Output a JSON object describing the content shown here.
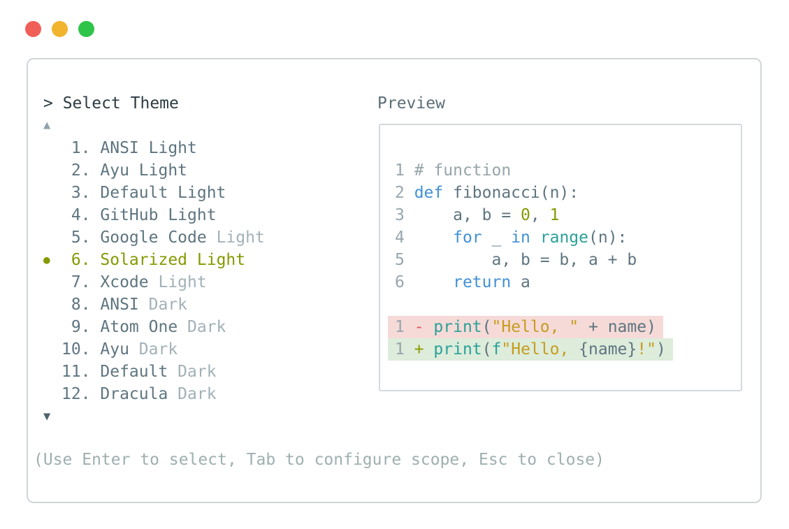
{
  "window": {
    "controls": [
      {
        "name": "close",
        "color": "#ef5f58"
      },
      {
        "name": "minimize",
        "color": "#f2b32d"
      },
      {
        "name": "maximize",
        "color": "#2ec449"
      }
    ]
  },
  "dialog": {
    "prompt": "> Select Theme",
    "scroll_up_icon": "▲",
    "scroll_down_icon": "▼",
    "selected_bullet_icon": "●",
    "footer_hint": "(Use Enter to select, Tab to configure scope, Esc to close)",
    "theme_list": {
      "items": [
        {
          "num": " 1.",
          "name": "ANSI",
          "suffix": "Light",
          "muted_suffix": false,
          "selected": false
        },
        {
          "num": " 2.",
          "name": "Ayu",
          "suffix": "Light",
          "muted_suffix": false,
          "selected": false
        },
        {
          "num": " 3.",
          "name": "Default",
          "suffix": "Light",
          "muted_suffix": false,
          "selected": false
        },
        {
          "num": " 4.",
          "name": "GitHub",
          "suffix": "Light",
          "muted_suffix": false,
          "selected": false
        },
        {
          "num": " 5.",
          "name": "Google Code",
          "suffix": "Light",
          "muted_suffix": true,
          "selected": false
        },
        {
          "num": " 6.",
          "name": "Solarized",
          "suffix": "Light",
          "muted_suffix": false,
          "selected": true
        },
        {
          "num": " 7.",
          "name": "Xcode",
          "suffix": "Light",
          "muted_suffix": true,
          "selected": false
        },
        {
          "num": " 8.",
          "name": "ANSI",
          "suffix": "Dark",
          "muted_suffix": true,
          "selected": false
        },
        {
          "num": " 9.",
          "name": "Atom One",
          "suffix": "Dark",
          "muted_suffix": true,
          "selected": false
        },
        {
          "num": "10.",
          "name": "Ayu",
          "suffix": "Dark",
          "muted_suffix": true,
          "selected": false
        },
        {
          "num": "11.",
          "name": "Default",
          "suffix": "Dark",
          "muted_suffix": true,
          "selected": false
        },
        {
          "num": "12.",
          "name": "Dracula",
          "suffix": "Dark",
          "muted_suffix": true,
          "selected": false
        }
      ]
    },
    "preview": {
      "label": "Preview",
      "code_lines": [
        {
          "tokens": [
            [
              "ln",
              "1 "
            ],
            [
              "comment",
              "# function"
            ]
          ]
        },
        {
          "tokens": [
            [
              "ln",
              "2 "
            ],
            [
              "kw",
              "def"
            ],
            [
              "plain",
              " fibonacci(n):"
            ]
          ]
        },
        {
          "tokens": [
            [
              "ln",
              "3 "
            ],
            [
              "plain",
              "    a, b = "
            ],
            [
              "num",
              "0"
            ],
            [
              "plain",
              ", "
            ],
            [
              "num",
              "1"
            ]
          ]
        },
        {
          "tokens": [
            [
              "ln",
              "4 "
            ],
            [
              "plain",
              "    "
            ],
            [
              "kw",
              "for"
            ],
            [
              "plain",
              " _ "
            ],
            [
              "kw",
              "in"
            ],
            [
              "plain",
              " "
            ],
            [
              "fn",
              "range"
            ],
            [
              "plain",
              "(n):"
            ]
          ]
        },
        {
          "tokens": [
            [
              "ln",
              "5 "
            ],
            [
              "plain",
              "        a, b = b, a + b"
            ]
          ]
        },
        {
          "tokens": [
            [
              "ln",
              "6 "
            ],
            [
              "plain",
              "    "
            ],
            [
              "kw",
              "return"
            ],
            [
              "plain",
              " a"
            ]
          ]
        },
        {
          "tokens": []
        },
        {
          "diff": "removed",
          "tokens": [
            [
              "ln",
              "1 "
            ],
            [
              "minus",
              "-"
            ],
            [
              "plain",
              " "
            ],
            [
              "fn",
              "print"
            ],
            [
              "plain",
              "("
            ],
            [
              "str",
              "\"Hello, \""
            ],
            [
              "plain",
              " + name)"
            ]
          ]
        },
        {
          "diff": "added",
          "tokens": [
            [
              "ln",
              "1 "
            ],
            [
              "plus",
              "+"
            ],
            [
              "plain",
              " "
            ],
            [
              "fn",
              "print"
            ],
            [
              "plain",
              "("
            ],
            [
              "fn",
              "f"
            ],
            [
              "str",
              "\"Hello, "
            ],
            [
              "plain",
              "{name}"
            ],
            [
              "str",
              "!\""
            ],
            [
              "plain",
              ")"
            ]
          ]
        }
      ]
    }
  },
  "colors": {
    "ui": {
      "panel-border": "#cfd5d8",
      "box-border": "#d4d9dc",
      "prompt": "#2d3b42",
      "preview-label": "#5c6e78",
      "item": "#5e7580",
      "item-muted": "#a2b1b7",
      "selected": "#859900",
      "up-arrow": "#93a2aa",
      "down-arrow": "#4f636c",
      "footer": "#9eafaf"
    },
    "tokens": {
      "ln": "#98a6ad",
      "comment": "#96a5a9",
      "kw": "#4191d6",
      "fn": "#2aa198",
      "num": "#859900",
      "str": "#c79c1e",
      "plain": "#5e7580",
      "minus": "#e0575c",
      "plus": "#8f9900"
    },
    "diff_backgrounds": {
      "removed": "#f5dad8",
      "added": "#ddecdb"
    }
  }
}
